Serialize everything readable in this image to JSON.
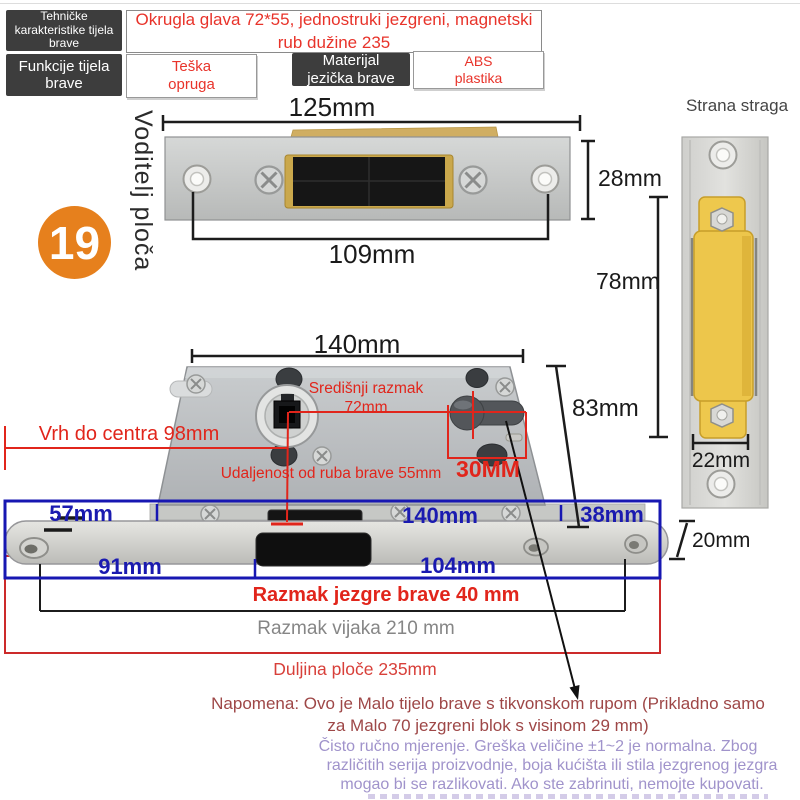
{
  "spec_table": {
    "row1_label": "Tehničke karakteristike tijela brave",
    "row1_value": "Okrugla glava 72*55, jednostruki jezgreni, magnetski rub dužine 235",
    "row2_label": "Funkcije tijela brave",
    "row2_value": "Teška opruga",
    "row3_label": "Materijal jezička brave",
    "row3_value": "ABS plastika"
  },
  "badge": {
    "number": "19"
  },
  "side_labels": {
    "guide_plate": "Voditelj ploča",
    "back_side": "Strana straga"
  },
  "faceplate_dims": {
    "width": "125mm",
    "height": "28mm",
    "hole_spacing": "109mm"
  },
  "strike_dims": {
    "block_height": "78mm",
    "block_width": "22mm",
    "plate_thickness": "20mm"
  },
  "body_dims": {
    "width": "140mm",
    "height": "83mm",
    "center_distance_label": "Središnji razmak",
    "center_distance_value": "72mm",
    "top_to_center": "Vrh do centra 98mm",
    "edge_distance": "Udaljenost od ruba brave 55mm",
    "keyhole_size": "30MM"
  },
  "plate_dims": {
    "top_left": "57mm",
    "top_mid": "140mm",
    "top_right": "38mm",
    "bottom_left": "91mm",
    "bottom_mid": "104mm",
    "core_distance": "Razmak jezgre brave 40 mm",
    "screw_distance": "Razmak vijaka 210 mm",
    "plate_length": "Duljina ploče 235mm"
  },
  "notes": {
    "main_line1": "Napomena: Ovo je Malo tijelo brave s tikvonskom rupom (Prikladno samo",
    "main_line2": "za Malo 70 jezgreni blok s visinom 29 mm)",
    "sub_line1": "Čisto ručno mjerenje. Greška veličine ±1~2 je normalna. Zbog",
    "sub_line2": "različitih serija proizvodnje, boja kućišta ili stila jezgrenog jezgra",
    "sub_line3": "mogao bi se razlikovati. Ako ste zabrinuti, nemojte kupovati."
  },
  "colors": {
    "accent_red": "#e1251b",
    "dim_blue": "#1717b2",
    "badge_orange": "#e6801d",
    "note_maroon": "#9e4747",
    "note_purple": "#a093cb"
  }
}
